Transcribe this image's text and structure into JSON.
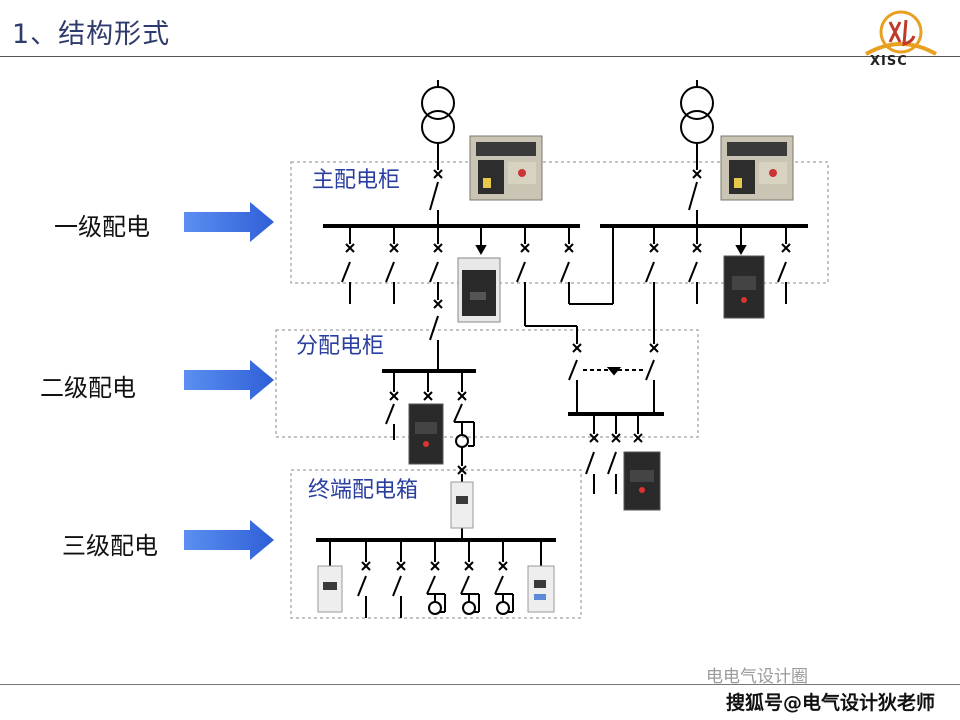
{
  "header": {
    "title": "1、结构形式"
  },
  "logo": {
    "text": "XISC",
    "colors": {
      "arc": "#e8a020",
      "mark": "#c0392b"
    }
  },
  "levels": [
    {
      "label": "一级配电"
    },
    {
      "label": "二级配电"
    },
    {
      "label": "三级配电"
    }
  ],
  "panels": [
    {
      "label": "主配电柜"
    },
    {
      "label": "分配电柜"
    },
    {
      "label": "终端配电箱"
    }
  ],
  "watermark": {
    "line1": "电电气设计圈",
    "line2": "搜狐号@电气设计狄老师"
  },
  "colors": {
    "arrow": "#3a6fe0",
    "title": "#2f3b6c",
    "panel_label": "#2a3fa0",
    "line": "#000000",
    "dash": "#8a8a8a"
  }
}
